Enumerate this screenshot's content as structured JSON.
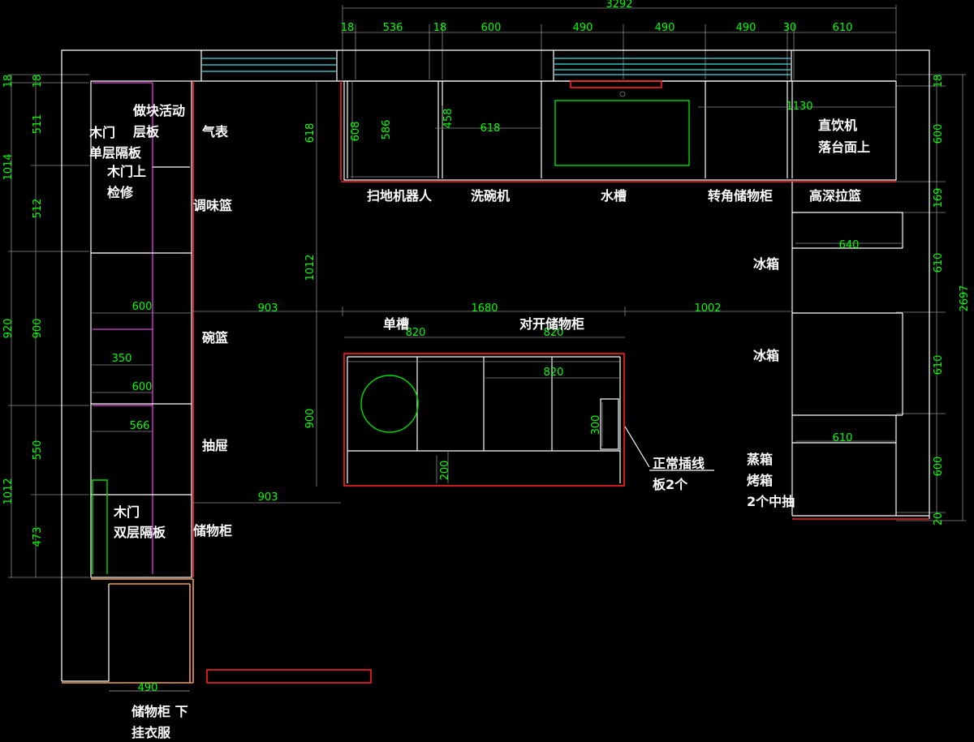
{
  "dimensions_top": [
    "3292",
    "18",
    "536",
    "18",
    "600",
    "490",
    "490",
    "490",
    "30",
    "610"
  ],
  "dimensions_left_outer": [
    "18",
    "1014",
    "920",
    "1012"
  ],
  "dimensions_left_inner": [
    "18",
    "511",
    "512",
    "900",
    "550",
    "473"
  ],
  "dimensions_right": [
    "18",
    "600",
    "169",
    "610",
    "610",
    "600",
    "20",
    "2697"
  ],
  "dimensions_interior": {
    "d618_v": "618",
    "d608": "608",
    "d586": "586",
    "d458": "458",
    "d618_h": "618",
    "d1130": "1130",
    "d1012": "1012",
    "d903_top": "903",
    "d1680": "1680",
    "d1002": "1002",
    "d640": "640",
    "d600_a": "600",
    "d350": "350",
    "d600_b": "600",
    "d566": "566",
    "d820_a": "820",
    "d820_b": "820",
    "d820_c": "820",
    "d900_v": "900",
    "d300": "300",
    "d200": "200",
    "d903_bottom": "903",
    "d610": "610",
    "d490": "490"
  },
  "labels": {
    "wood_door_single_1": "木门",
    "wood_door_single_2": "单层隔板",
    "movable_shelf_1": "做块活动",
    "movable_shelf_2": "层板",
    "wood_door_top_1": "木门上",
    "wood_door_top_2": "检修",
    "gas_meter": "气表",
    "seasoning_basket": "调味篮",
    "bowl_basket": "碗篮",
    "drawer": "抽屉",
    "wood_door_double_1": "木门",
    "wood_door_double_2": "双层隔板",
    "storage_cabinet": "储物柜",
    "storage_hang_1": "储物柜 下",
    "storage_hang_2": "挂衣服",
    "robot_vacuum": "扫地机器人",
    "dishwasher": "洗碗机",
    "sink": "水槽",
    "corner_cabinet": "转角储物柜",
    "tall_basket": "高深拉篮",
    "water_dispenser_1": "直饮机",
    "water_dispenser_2": "落台面上",
    "fridge_1": "冰箱",
    "fridge_2": "冰箱",
    "steam_1": "蒸箱",
    "steam_2": "烤箱",
    "steam_3": "2个中抽",
    "single_sink": "单槽",
    "double_door_cabinet": "对开储物柜",
    "power_strip_1": "正常插线",
    "power_strip_2": "板2个"
  }
}
